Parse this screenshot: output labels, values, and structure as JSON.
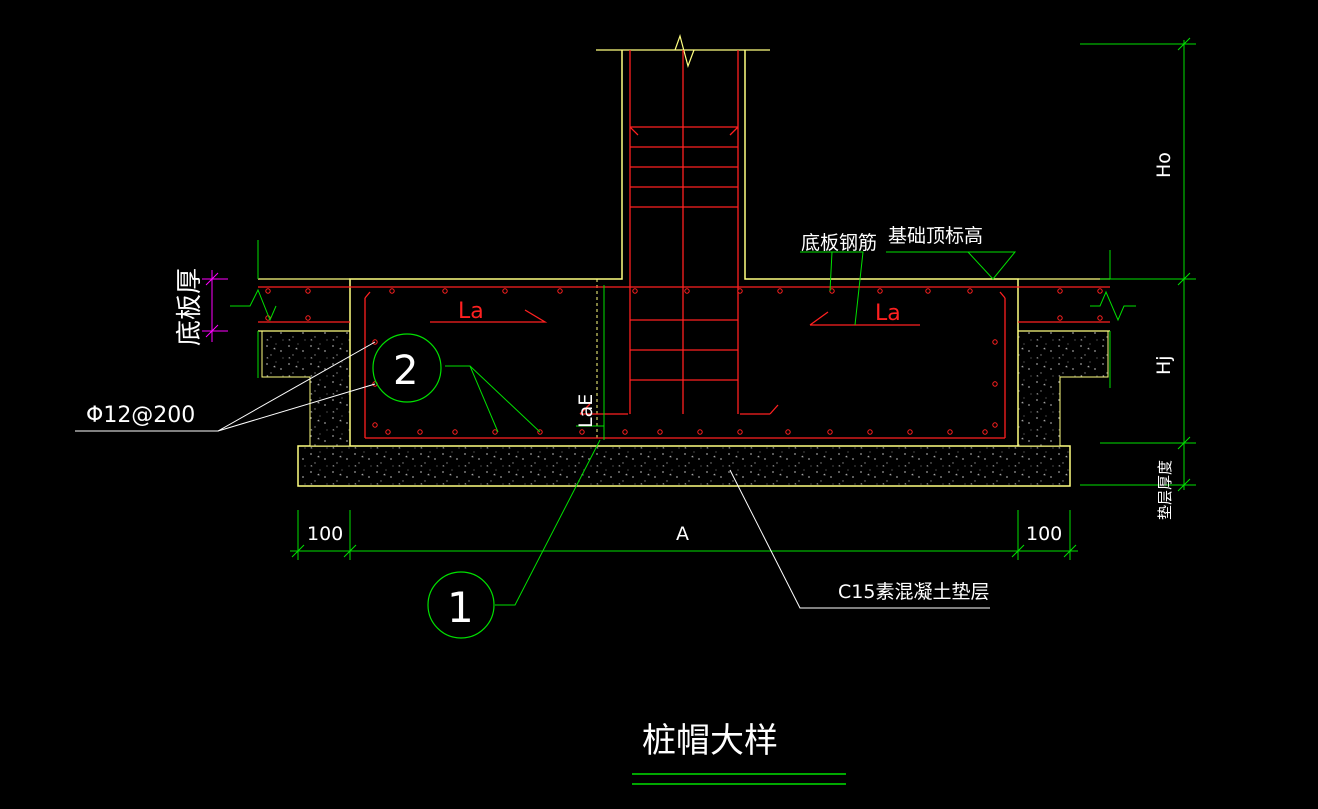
{
  "colors": {
    "background": "#000000",
    "concrete_outline": "#ffff80",
    "rebar": "#ff2020",
    "dimension": "#00e000",
    "text": "#ffffff",
    "slab_thickness_dim": "#ff00ff",
    "leader": "#00e000",
    "fill_dots": "#9a9a9a"
  },
  "labels": {
    "title": "桩帽大样",
    "bottom_rebar": "底板钢筋",
    "foundation_top_elevation": "基础顶标高",
    "slab_thickness": "底板厚",
    "rebar_spec": "Φ12@200",
    "anchorage_left": "La",
    "anchorage_right": "La",
    "anchorage_seismic": "LaE",
    "marker_1": "1",
    "marker_2": "2",
    "cushion_layer": "C15素混凝土垫层",
    "dim_left": "100",
    "dim_center": "A",
    "dim_right": "100",
    "dim_ho": "Ho",
    "dim_hj": "Hj",
    "dim_cushion_thickness": "垫层厚度"
  }
}
